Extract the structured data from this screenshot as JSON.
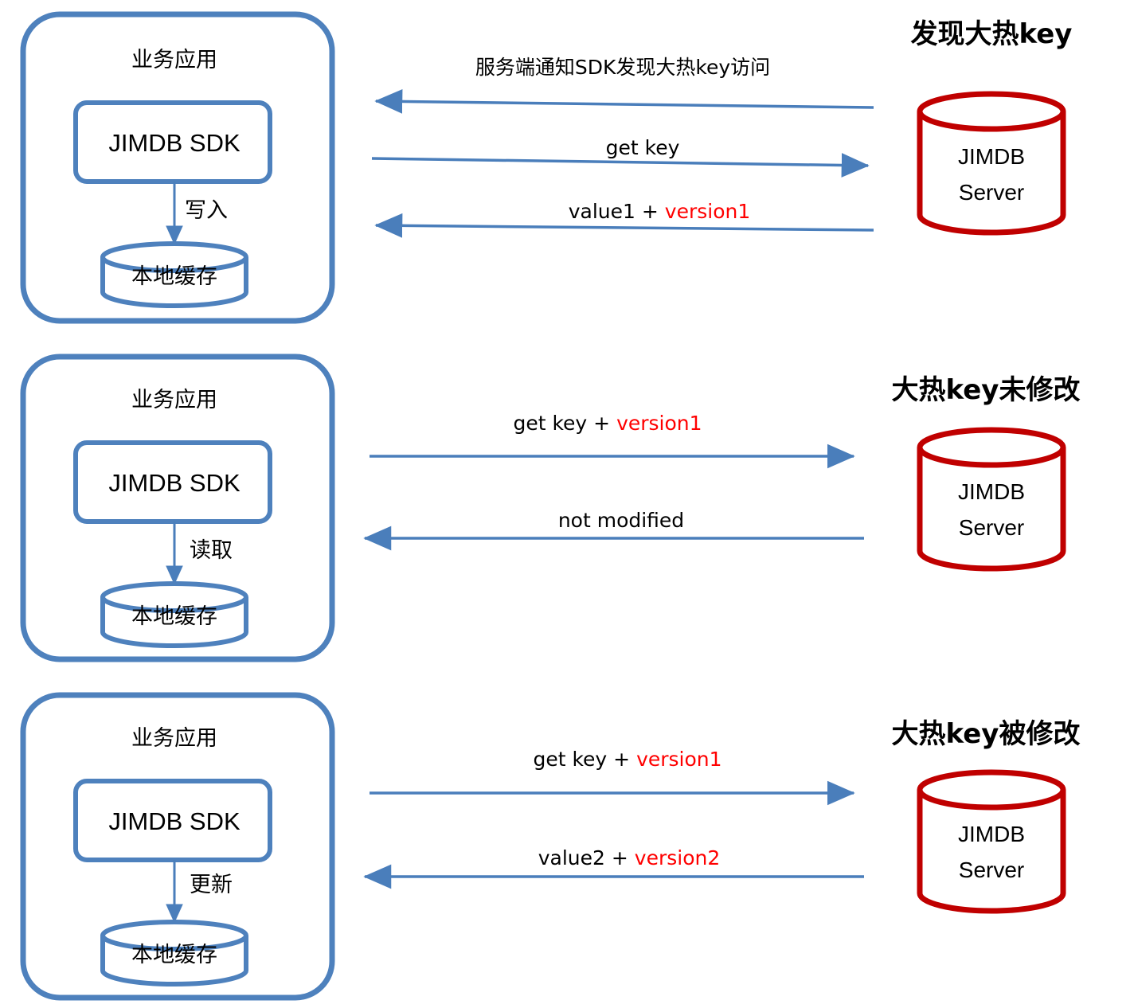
{
  "diagram": {
    "title": "JIMDB SDK hot key local cache flow",
    "colors": {
      "box_blue": "#4E81BD",
      "arrow_blue": "#4A7EBB",
      "server_red": "#C00000",
      "highlight_red": "#FF0000",
      "text_black": "#000000",
      "background": "#FFFFFF"
    }
  },
  "panels": [
    {
      "id": "panel-1",
      "app_title": "业务应用",
      "sdk_label": "JIMDB SDK",
      "flow_label": "写入",
      "cache_label": "本地缓存",
      "server_title": "发现大热key",
      "server_line1": "JIMDB",
      "server_line2": "Server",
      "messages": [
        {
          "id": "msg-1-1",
          "direction": "left",
          "text_plain": "服务端通知SDK发现大热key访问",
          "text_normal": "服务端通知SDK发现大热key访问",
          "text_red": ""
        },
        {
          "id": "msg-1-2",
          "direction": "right",
          "text_plain": "get key",
          "text_normal": "get key",
          "text_red": ""
        },
        {
          "id": "msg-1-3",
          "direction": "left",
          "text_plain": "value1 + version1",
          "text_normal": "value1 + ",
          "text_red": "version1"
        }
      ]
    },
    {
      "id": "panel-2",
      "app_title": "业务应用",
      "sdk_label": "JIMDB SDK",
      "flow_label": "读取",
      "cache_label": "本地缓存",
      "server_title": "大热key未修改",
      "server_line1": "JIMDB",
      "server_line2": "Server",
      "messages": [
        {
          "id": "msg-2-1",
          "direction": "right",
          "text_plain": "get key + version1",
          "text_normal": "get key + ",
          "text_red": "version1"
        },
        {
          "id": "msg-2-2",
          "direction": "left",
          "text_plain": "not modified",
          "text_normal": "not modified",
          "text_red": ""
        }
      ]
    },
    {
      "id": "panel-3",
      "app_title": "业务应用",
      "sdk_label": "JIMDB SDK",
      "flow_label": "更新",
      "cache_label": "本地缓存",
      "server_title": "大热key被修改",
      "server_line1": "JIMDB",
      "server_line2": "Server",
      "messages": [
        {
          "id": "msg-3-1",
          "direction": "right",
          "text_plain": "get key + version1",
          "text_normal": "get key + ",
          "text_red": "version1"
        },
        {
          "id": "msg-3-2",
          "direction": "left",
          "text_plain": "value2 + version2",
          "text_normal": "value2 + ",
          "text_red": "version2"
        }
      ]
    }
  ]
}
